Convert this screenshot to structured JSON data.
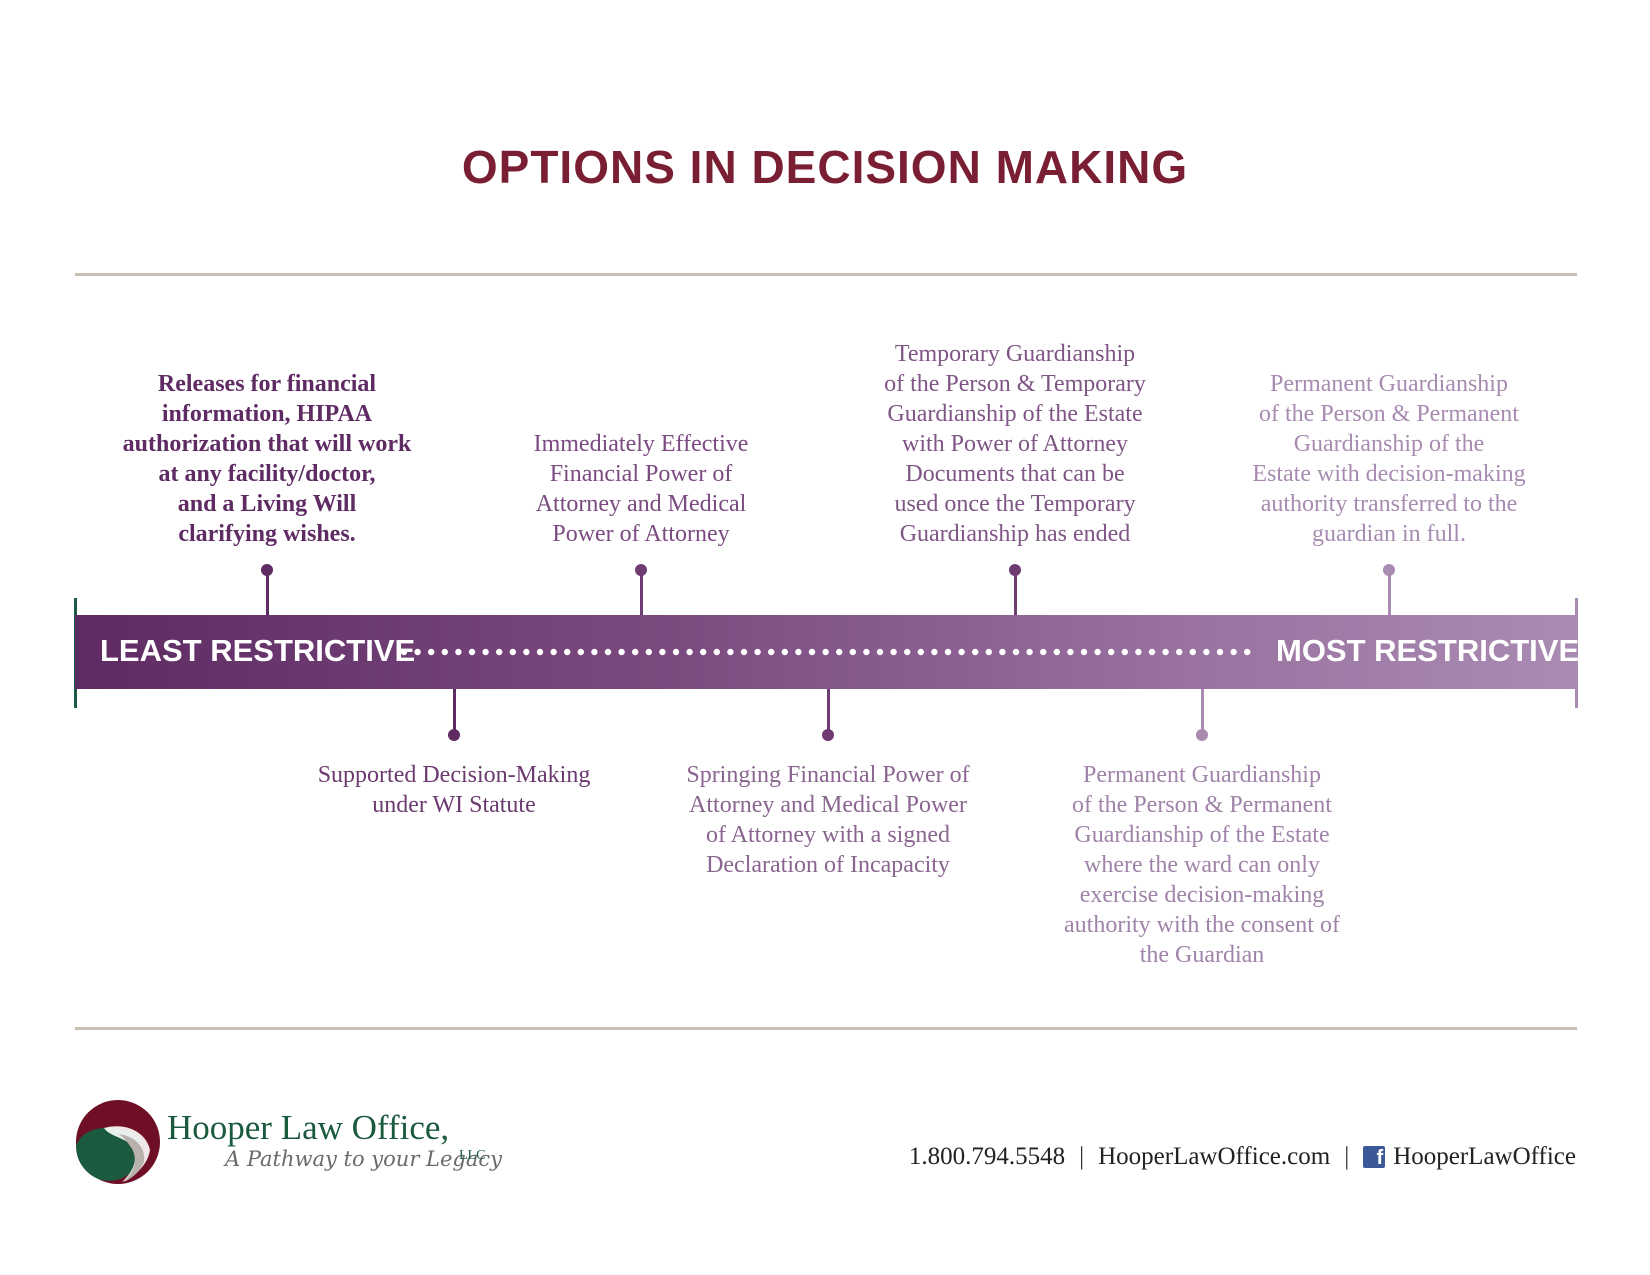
{
  "title": "OPTIONS IN DECISION MAKING",
  "scale": {
    "left_label": "LEAST RESTRICTIVE",
    "right_label": "MOST RESTRICTIVE"
  },
  "options_above": [
    {
      "lines": [
        "Releases for financial",
        "information, HIPAA",
        "authorization that will work",
        "at any facility/doctor,",
        "and a Living Will",
        "clarifying wishes."
      ]
    },
    {
      "lines": [
        "Immediately Effective",
        "Financial Power of",
        "Attorney and Medical",
        "Power of Attorney"
      ]
    },
    {
      "lines": [
        "Temporary Guardianship",
        "of the Person & Temporary",
        "Guardianship of the Estate",
        "with Power of Attorney",
        "Documents that can be",
        "used once the Temporary",
        "Guardianship has ended"
      ]
    },
    {
      "lines": [
        "Permanent Guardianship",
        "of the Person & Permanent",
        "Guardianship of the",
        "Estate with decision-making",
        "authority transferred to the",
        "guardian in full."
      ]
    }
  ],
  "options_below": [
    {
      "lines": [
        "Supported Decision-Making",
        "under WI Statute"
      ]
    },
    {
      "lines": [
        "Springing Financial Power of",
        "Attorney and Medical Power",
        "of Attorney with a signed",
        "Declaration of Incapacity"
      ]
    },
    {
      "lines": [
        "Permanent Guardianship",
        "of the Person & Permanent",
        "Guardianship of the Estate",
        "where the ward can only",
        "exercise decision-making",
        "authority with the consent of",
        "the Guardian"
      ]
    }
  ],
  "footer": {
    "firm_name": "Hooper Law Office,",
    "tagline": "A Pathway to your Legacy",
    "llc": "LLC",
    "phone": "1.800.794.5548",
    "separator": "|",
    "website": "HooperLawOffice.com",
    "facebook_handle": "HooperLawOffice"
  },
  "colors": {
    "title": "#7a1f33",
    "bar_start": "#5e2b63",
    "bar_end": "#a98bb2",
    "logo_red": "#6e0f26",
    "logo_green": "#1b5a3e",
    "rule": "#c9bfb3"
  },
  "icons": [
    "facebook-icon",
    "hooper-law-logo-icon"
  ]
}
